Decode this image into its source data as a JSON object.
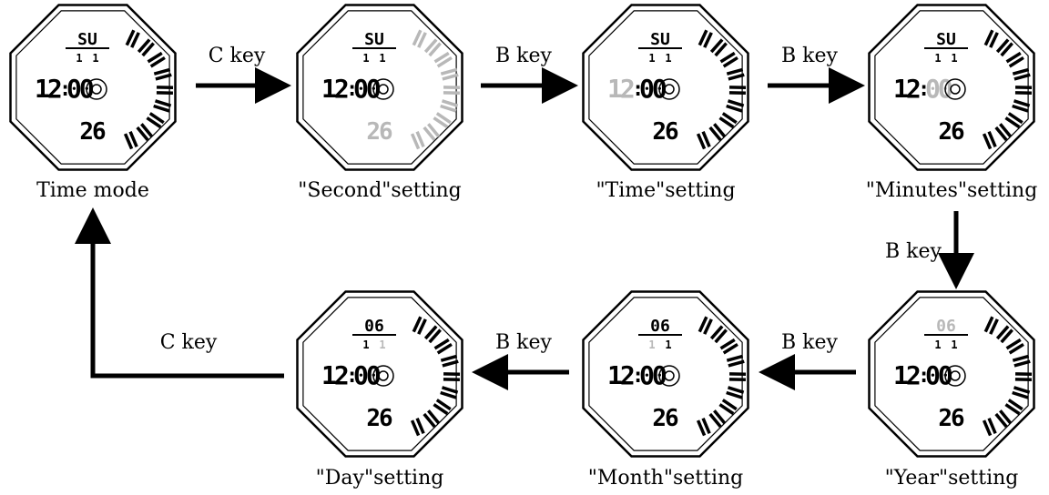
{
  "watches": [
    {
      "id": "time-mode",
      "caption": "Time mode",
      "day": "SU",
      "month_day": "1 1",
      "time": "12:00",
      "seconds": "26",
      "blink": "none"
    },
    {
      "id": "second-setting",
      "caption": "\"Second\"setting",
      "day": "SU",
      "month_day": "1 1",
      "time": "12:00",
      "seconds": "26",
      "blink": "seconds"
    },
    {
      "id": "time-setting",
      "caption": "\"Time\"setting",
      "day": "SU",
      "month_day": "1 1",
      "time": "12:00",
      "seconds": "26",
      "blink": "hours"
    },
    {
      "id": "minutes-setting",
      "caption": "\"Minutes\"setting",
      "day": "SU",
      "month_day": "1 1",
      "time": "12:00",
      "seconds": "26",
      "blink": "minutes"
    },
    {
      "id": "year-setting",
      "caption": "\"Year\"setting",
      "day": "06",
      "month_day": "1 1",
      "time": "12:00",
      "seconds": "26",
      "blink": "year"
    },
    {
      "id": "month-setting",
      "caption": "\"Month\"setting",
      "day": "06",
      "month_day": "1 1",
      "time": "12:00",
      "seconds": "26",
      "blink": "month"
    },
    {
      "id": "day-setting",
      "caption": "\"Day\"setting",
      "day": "06",
      "month_day": "1 1",
      "time": "12:00",
      "seconds": "26",
      "blink": "day"
    }
  ],
  "arrows": [
    {
      "from": "time-mode",
      "to": "second-setting",
      "label": "C key"
    },
    {
      "from": "second-setting",
      "to": "time-setting",
      "label": "B key"
    },
    {
      "from": "time-setting",
      "to": "minutes-setting",
      "label": "B key"
    },
    {
      "from": "minutes-setting",
      "to": "year-setting",
      "label": "B key"
    },
    {
      "from": "year-setting",
      "to": "month-setting",
      "label": "B key"
    },
    {
      "from": "month-setting",
      "to": "day-setting",
      "label": "B key"
    },
    {
      "from": "day-setting",
      "to": "time-mode",
      "label": "C key"
    }
  ],
  "colors": {
    "active": "#000000",
    "blinking": "#b8b8b8",
    "background": "#ffffff"
  }
}
